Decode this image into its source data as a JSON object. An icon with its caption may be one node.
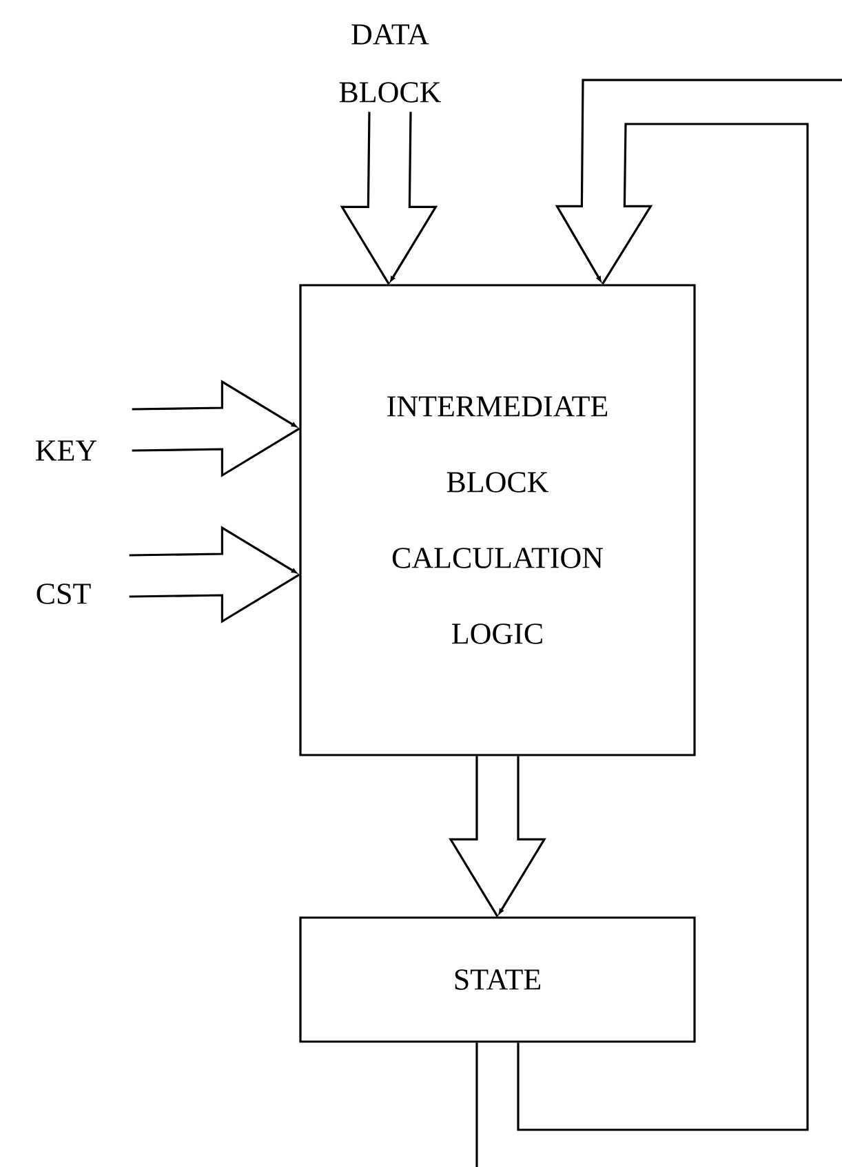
{
  "diagram": {
    "nodes": [
      {
        "text": [
          "DATA BLOCK"
        ]
      },
      {
        "text": [
          "INTERMEDIATE BLOCK CALCULATION LOGIC"
        ]
      },
      {
        "text": [
          "KEY"
        ]
      },
      {
        "text": [
          "CST"
        ]
      },
      {
        "text": [
          "STATE"
        ]
      }
    ],
    "edges": [
      {
        "from": 0,
        "to": 1,
        "arrow": "to"
      },
      {
        "from": 2,
        "to": 1,
        "arrow": "to"
      },
      {
        "from": 3,
        "to": 1,
        "arrow": "to"
      },
      {
        "from": 1,
        "to": 4,
        "arrow": "to"
      },
      {
        "from": 4,
        "to": 1,
        "arrow": "to"
      },
      {
        "from": 4,
        "to": null,
        "arrow": "none"
      }
    ]
  }
}
